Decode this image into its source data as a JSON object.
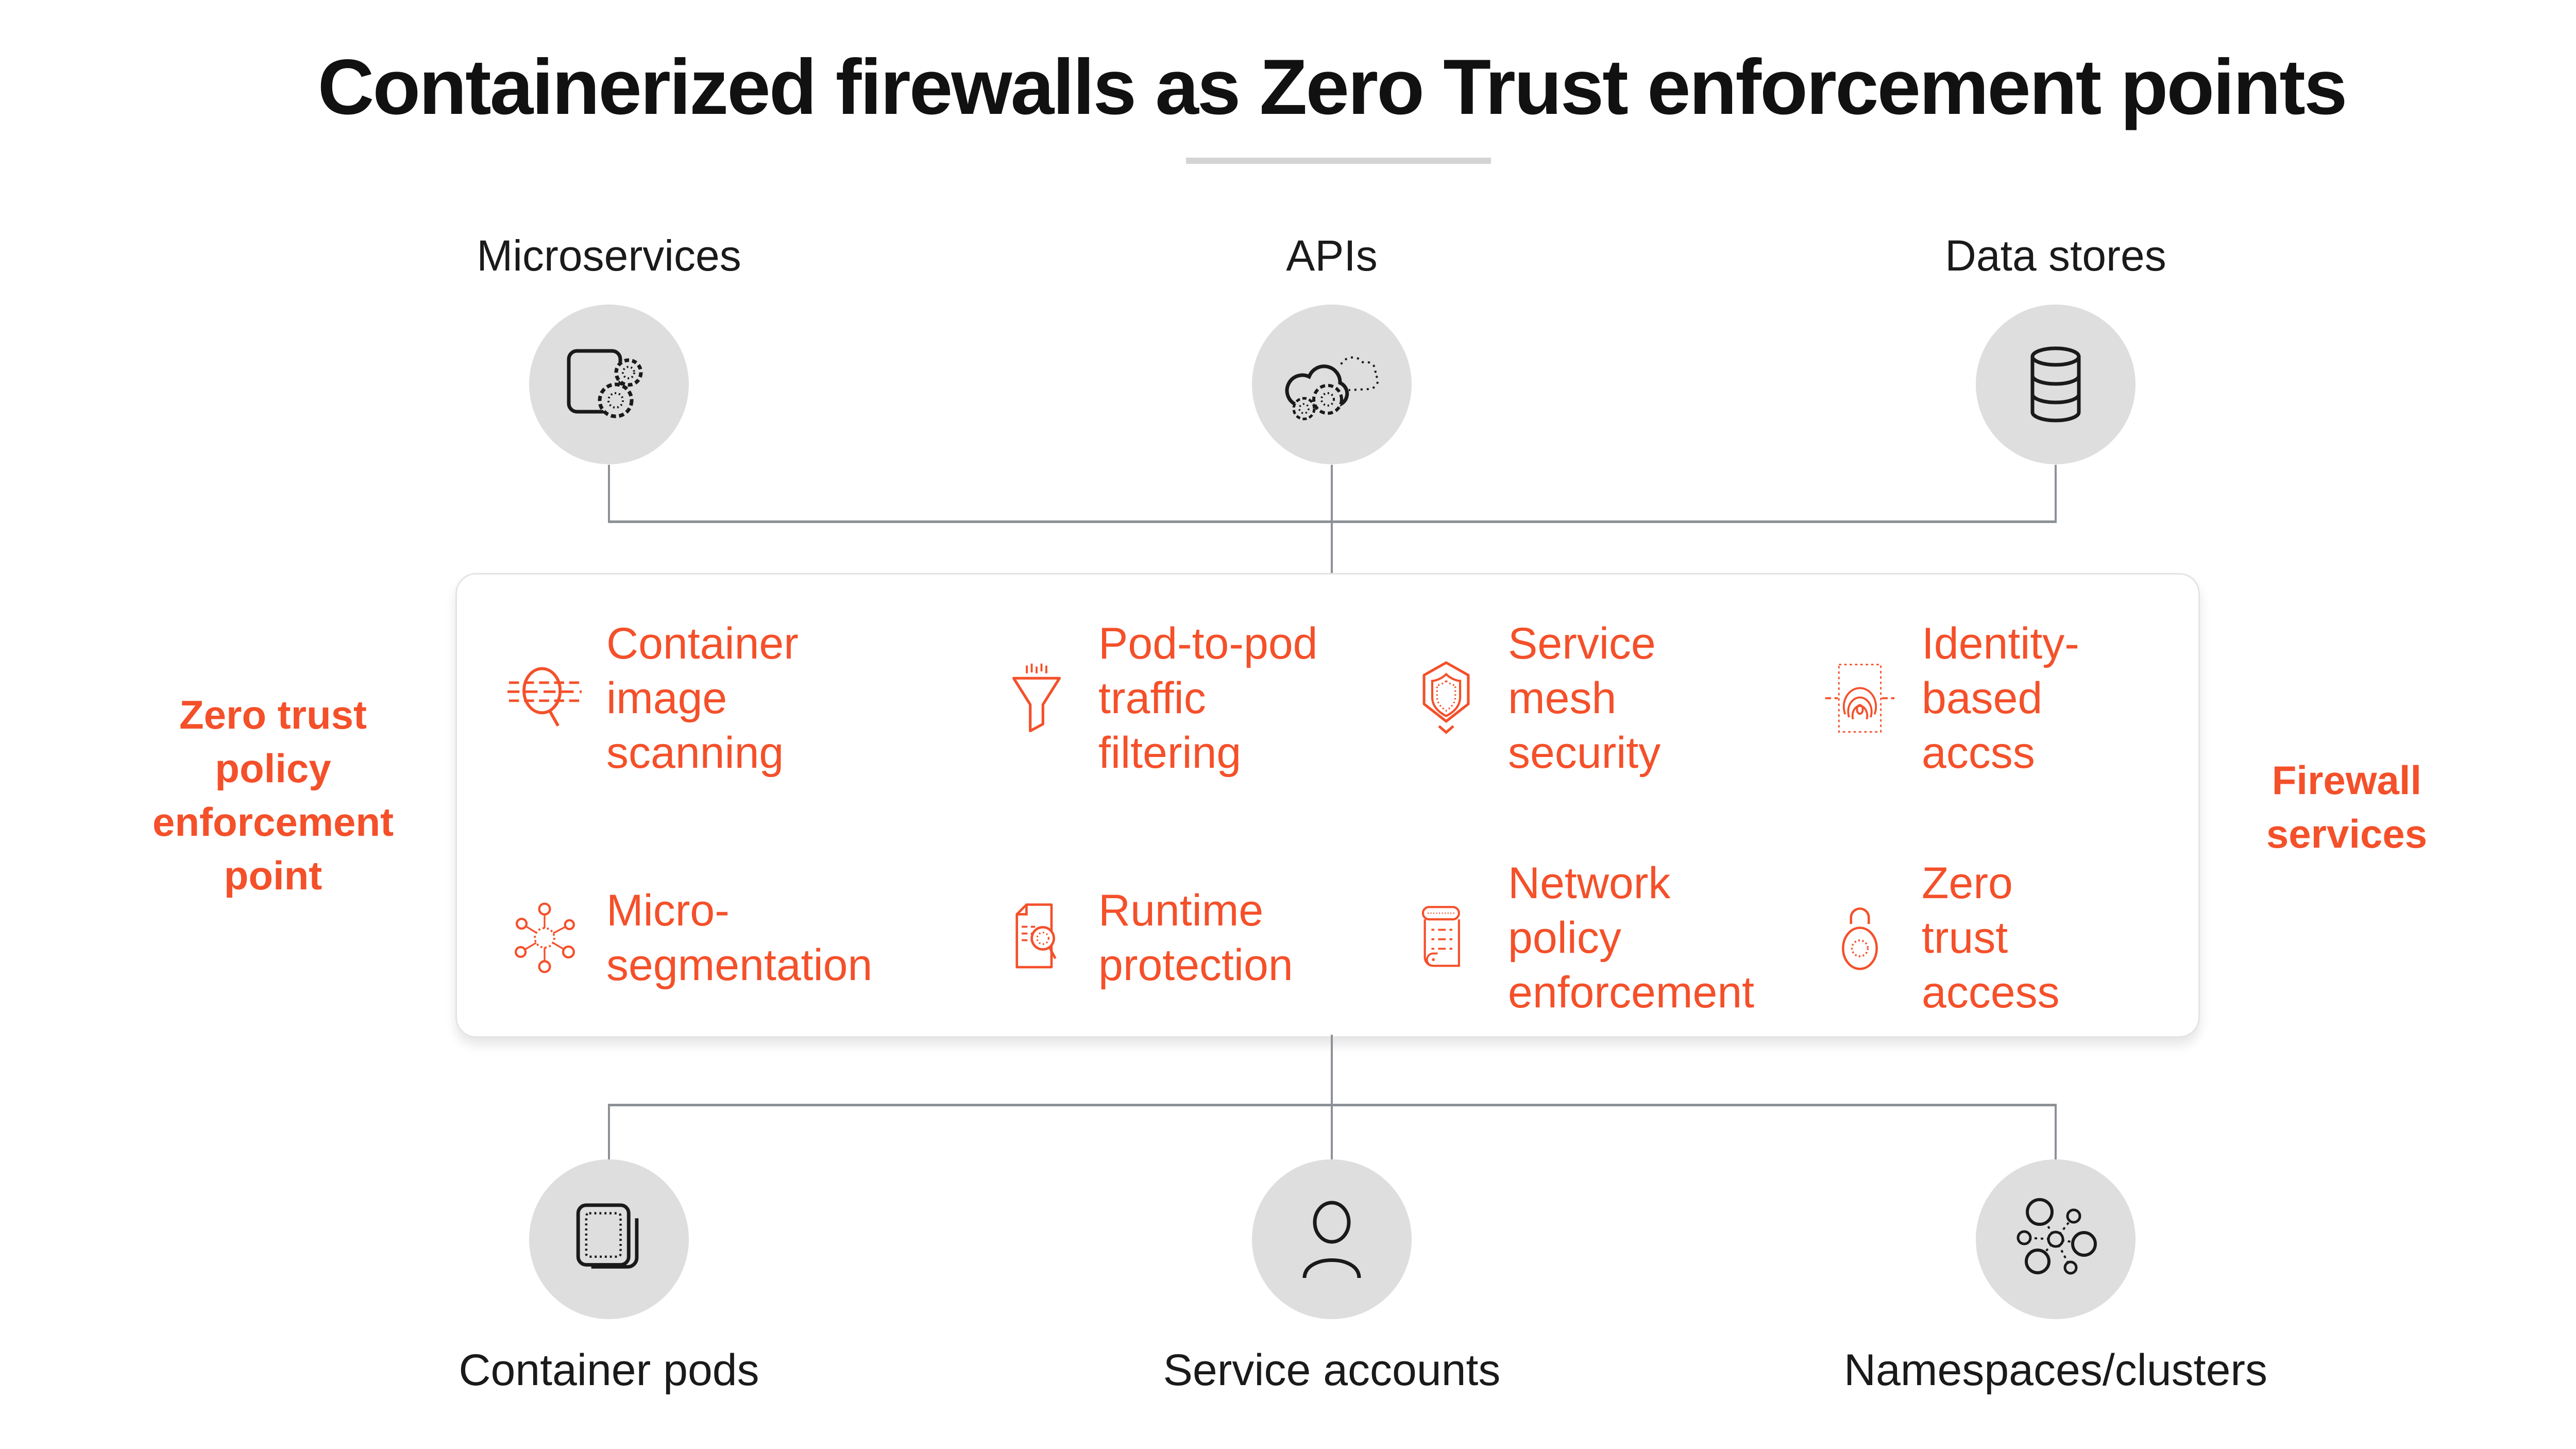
{
  "title": "Containerized firewalls as Zero Trust enforcement points",
  "colors": {
    "accent": "#F4502A",
    "node_circle": "#DEDEDE",
    "connector": "#8C9196",
    "box_border": "#E4E4E4",
    "ink": "#1A1A1A"
  },
  "top_nodes": [
    {
      "label": "Microservices",
      "icon": "container-gears-icon"
    },
    {
      "label": "APIs",
      "icon": "cloud-gears-icon"
    },
    {
      "label": "Data stores",
      "icon": "database-icon"
    }
  ],
  "side_labels": {
    "left": "Zero trust\npolicy\nenforcement\npoint",
    "right": "Firewall\nservices"
  },
  "firewall_box": {
    "features": [
      {
        "label": "Container\nimage\nscanning",
        "icon": "scan-magnifier-icon"
      },
      {
        "label": "Pod-to-pod\ntraffic\nfiltering",
        "icon": "funnel-icon"
      },
      {
        "label": "Service\nmesh\nsecurity",
        "icon": "shield-hexagon-icon"
      },
      {
        "label": "Identity-\nbased\naccss",
        "icon": "fingerprint-icon"
      },
      {
        "label": "Micro-\nsegmentation",
        "icon": "network-hub-icon"
      },
      {
        "label": "Runtime\nprotection",
        "icon": "document-search-icon"
      },
      {
        "label": "Network\npolicy\nenforcement",
        "icon": "policy-scroll-icon"
      },
      {
        "label": "Zero\ntrust\naccess",
        "icon": "padlock-icon"
      }
    ]
  },
  "bottom_nodes": [
    {
      "label": "Container pods",
      "icon": "stacked-pods-icon"
    },
    {
      "label": "Service accounts",
      "icon": "person-icon"
    },
    {
      "label": "Namespaces/clusters",
      "icon": "cluster-nodes-icon"
    }
  ]
}
